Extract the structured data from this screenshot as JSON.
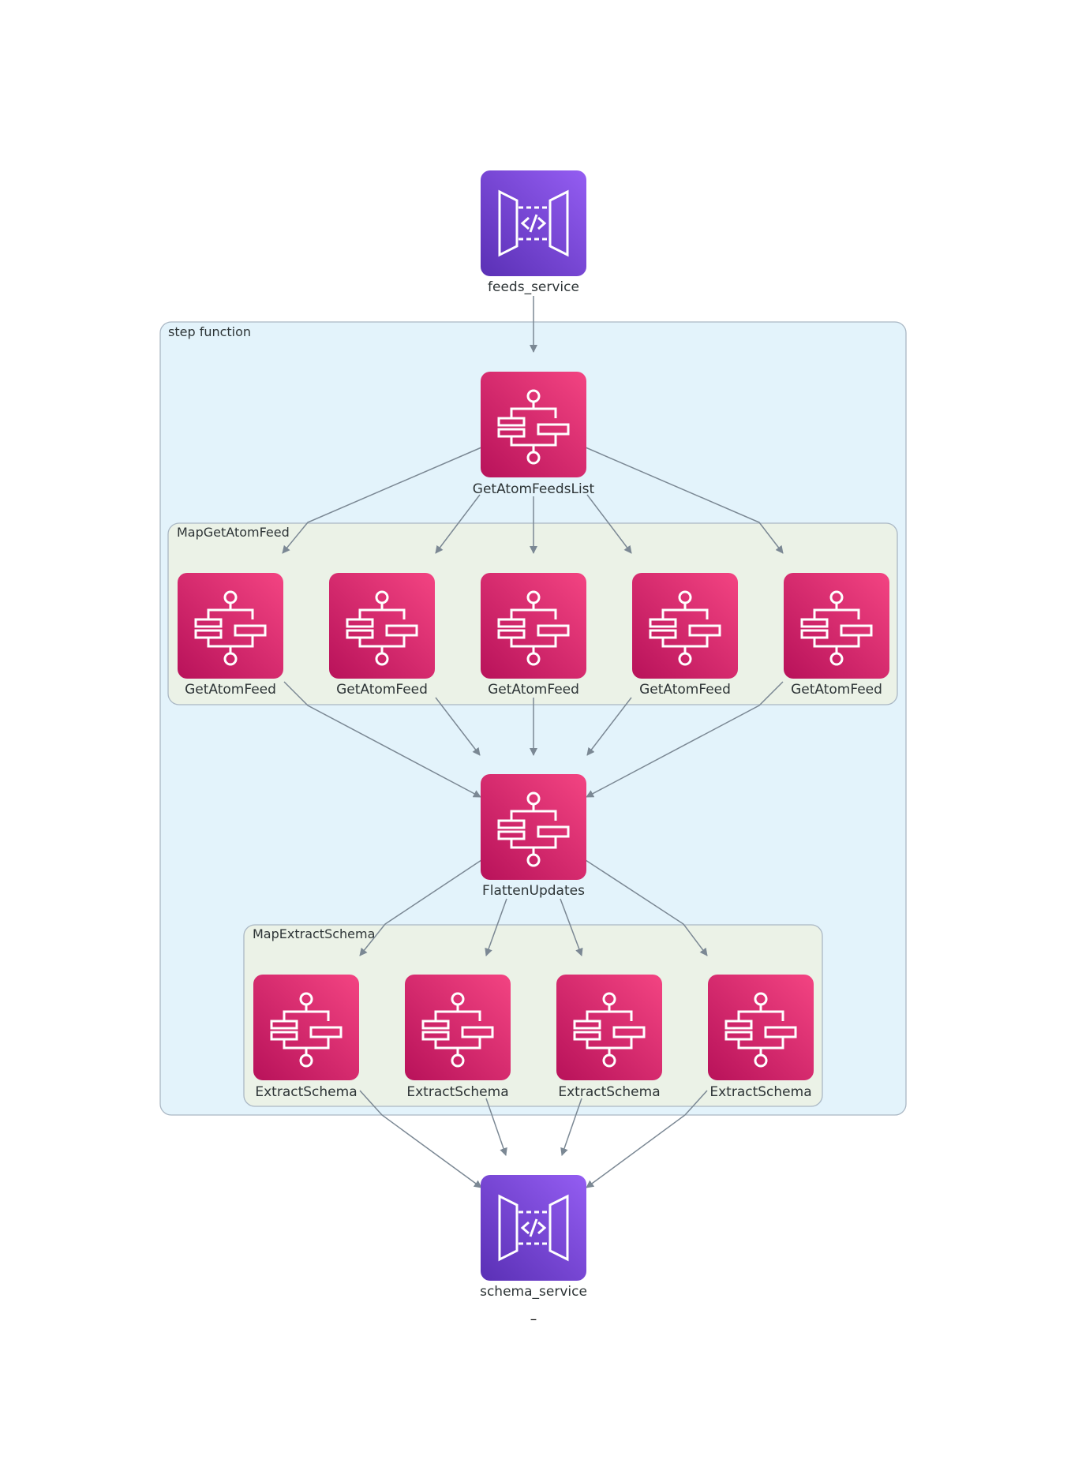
{
  "colors": {
    "api_gradient_start": "#5a30b5",
    "api_gradient_end": "#945df2",
    "sfn_gradient_start": "#b8125a",
    "sfn_gradient_end": "#f34482",
    "edge": "#7b8894",
    "step_function_fill": "#e3f3fb",
    "map_fill": "#ebf2e7",
    "cluster_border": "#aab7c4"
  },
  "clusters": {
    "step_function": "step function",
    "map_get_atom_feed": "MapGetAtomFeed",
    "map_extract_schema": "MapExtractSchema"
  },
  "nodes": {
    "feeds_service": {
      "label": "feeds_service",
      "icon": "api-gateway-icon"
    },
    "get_atom_feeds_list": {
      "label": "GetAtomFeedsList",
      "icon": "step-functions-icon"
    },
    "get_atom_feed": [
      {
        "label": "GetAtomFeed",
        "icon": "step-functions-icon"
      },
      {
        "label": "GetAtomFeed",
        "icon": "step-functions-icon"
      },
      {
        "label": "GetAtomFeed",
        "icon": "step-functions-icon"
      },
      {
        "label": "GetAtomFeed",
        "icon": "step-functions-icon"
      },
      {
        "label": "GetAtomFeed",
        "icon": "step-functions-icon"
      }
    ],
    "flatten_updates": {
      "label": "FlattenUpdates",
      "icon": "step-functions-icon"
    },
    "extract_schema": [
      {
        "label": "ExtractSchema",
        "icon": "step-functions-icon"
      },
      {
        "label": "ExtractSchema",
        "icon": "step-functions-icon"
      },
      {
        "label": "ExtractSchema",
        "icon": "step-functions-icon"
      },
      {
        "label": "ExtractSchema",
        "icon": "step-functions-icon"
      }
    ],
    "schema_service": {
      "label": "schema_service",
      "icon": "api-gateway-icon"
    }
  },
  "footer": "–"
}
